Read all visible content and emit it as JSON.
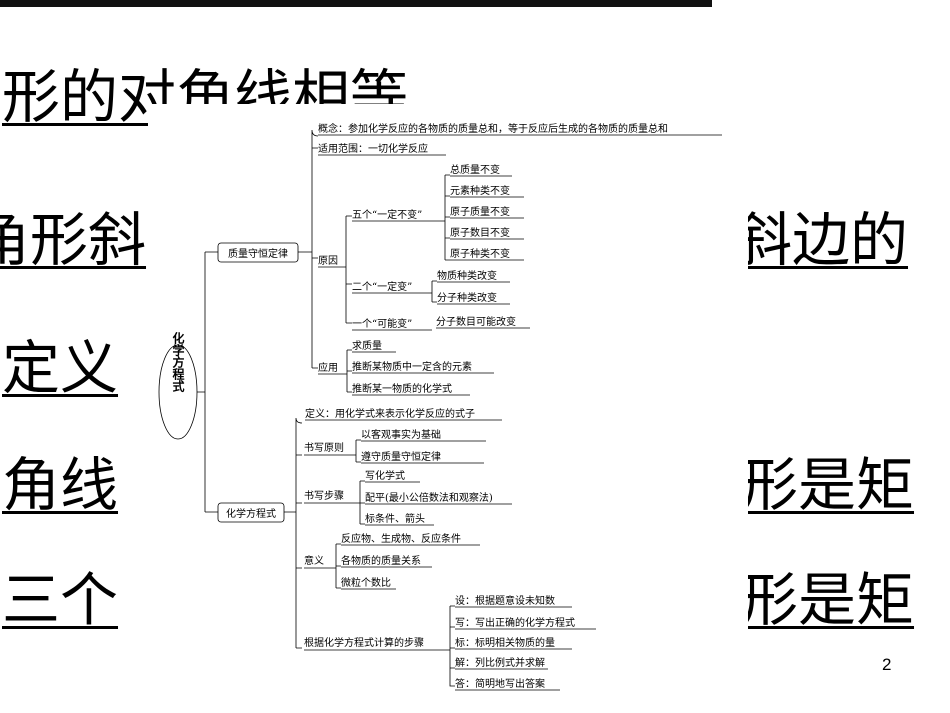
{
  "slide": {
    "bg_lines": [
      "形的对角线相等",
      "角形斜",
      "斜边的",
      "定义",
      "角线",
      "形是矩",
      "三个",
      "形是矩"
    ],
    "page_number": "2"
  },
  "mindmap": {
    "root": "化学方程式",
    "branch1": {
      "label": "质量守恒定律",
      "concept": "概念：参加化学反应的各物质的质量总和，等于反应后生成的各物质的质量总和",
      "scope": "适用范围：一切化学反应",
      "reason": {
        "label": "原因",
        "five_label": "五个“一定不变”",
        "five_items": [
          "总质量不变",
          "元素种类不变",
          "原子质量不变",
          "原子数目不变",
          "原子种类不变"
        ],
        "two_label": "二个“一定变”",
        "two_items": [
          "物质种类改变",
          "分子种类改变"
        ],
        "one_label": "一个“可能变”",
        "one_item": "分子数目可能改变"
      },
      "use": {
        "label": "应用",
        "items": [
          "求质量",
          "推断某物质中一定含的元素",
          "推断某一物质的化学式"
        ]
      }
    },
    "branch2": {
      "label": "化学方程式",
      "definition": "定义：用化学式来表示化学反应的式子",
      "principles": {
        "label": "书写原则",
        "items": [
          "以客观事实为基础",
          "遵守质量守恒定律"
        ]
      },
      "steps": {
        "label": "书写步骤",
        "items": [
          "写化学式",
          "配平(最小公倍数法和观察法)",
          "标条件、箭头"
        ]
      },
      "meaning": {
        "label": "意义",
        "items": [
          "反应物、生成物、反应条件",
          "各物质的质量关系",
          "微粒个数比"
        ]
      },
      "calc": {
        "label": "根据化学方程式计算的步骤",
        "items": [
          "设：根据题意设未知数",
          "写：写出正确的化学方程式",
          "标：标明相关物质的量",
          "解：列比例式并求解",
          "答：简明地写出答案"
        ]
      }
    }
  }
}
